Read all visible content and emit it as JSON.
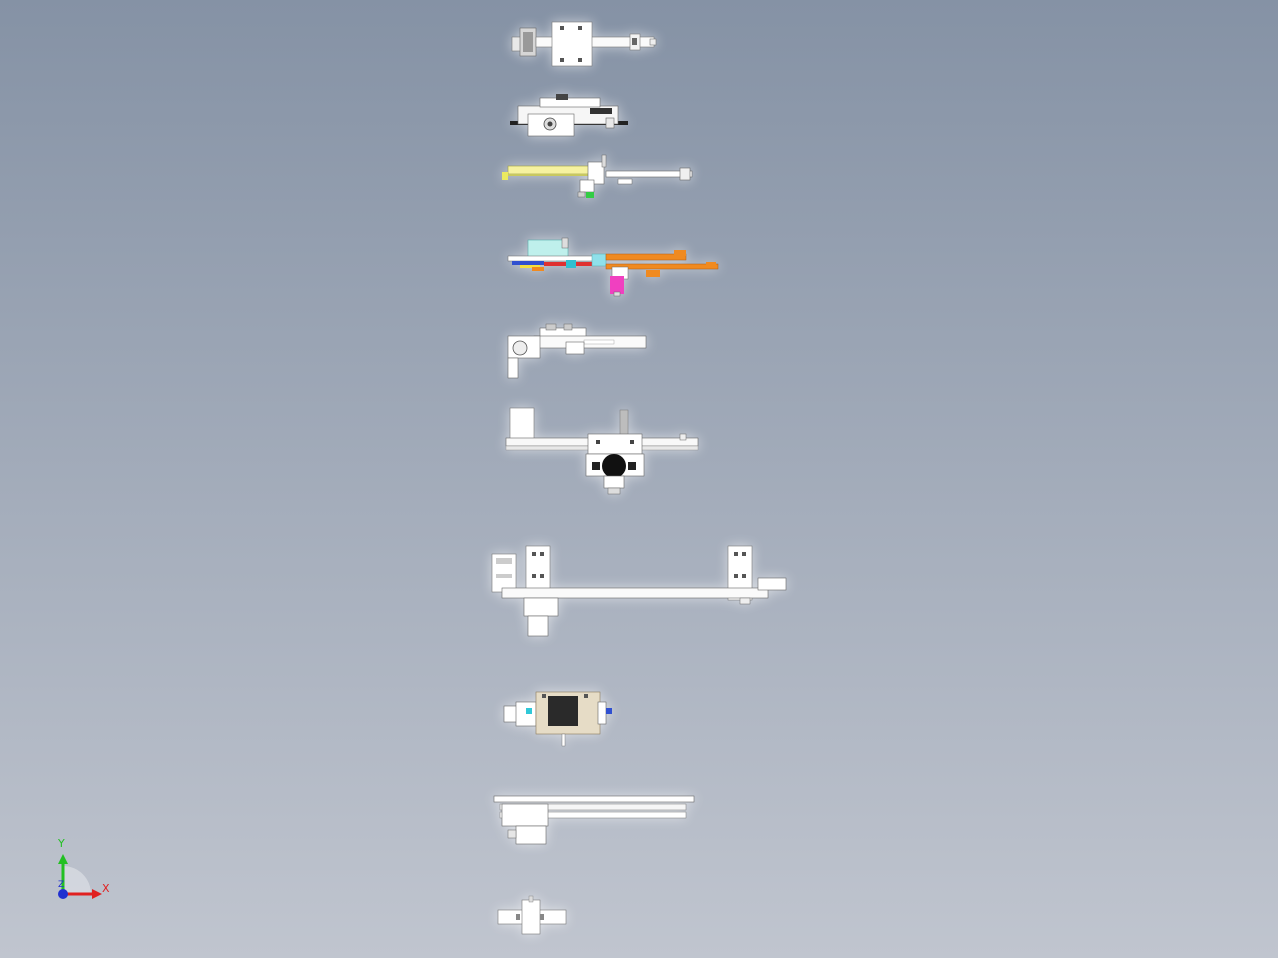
{
  "viewport": {
    "background_top": "#8592a5",
    "background_bottom": "#c0c5cf"
  },
  "parts": [
    {
      "id": "module-1",
      "kind": "linear-slide-with-bracket"
    },
    {
      "id": "module-2",
      "kind": "compact-linear-stage"
    },
    {
      "id": "module-3",
      "kind": "extended-rail-with-yellow-rack"
    },
    {
      "id": "module-4",
      "kind": "colored-assembly-orange-tubes"
    },
    {
      "id": "module-5",
      "kind": "rail-with-angle-gear"
    },
    {
      "id": "module-6",
      "kind": "gantry-with-black-motor"
    },
    {
      "id": "module-7",
      "kind": "long-beam-dual-plates"
    },
    {
      "id": "module-8",
      "kind": "motor-housing-block"
    },
    {
      "id": "module-9",
      "kind": "flat-long-rail"
    },
    {
      "id": "module-10",
      "kind": "small-cross-bracket"
    }
  ],
  "triad": {
    "x_label": "X",
    "y_label": "Y",
    "z_label": "Z",
    "x_color": "#e02020",
    "y_color": "#22c022",
    "z_color": "#2030d0"
  }
}
